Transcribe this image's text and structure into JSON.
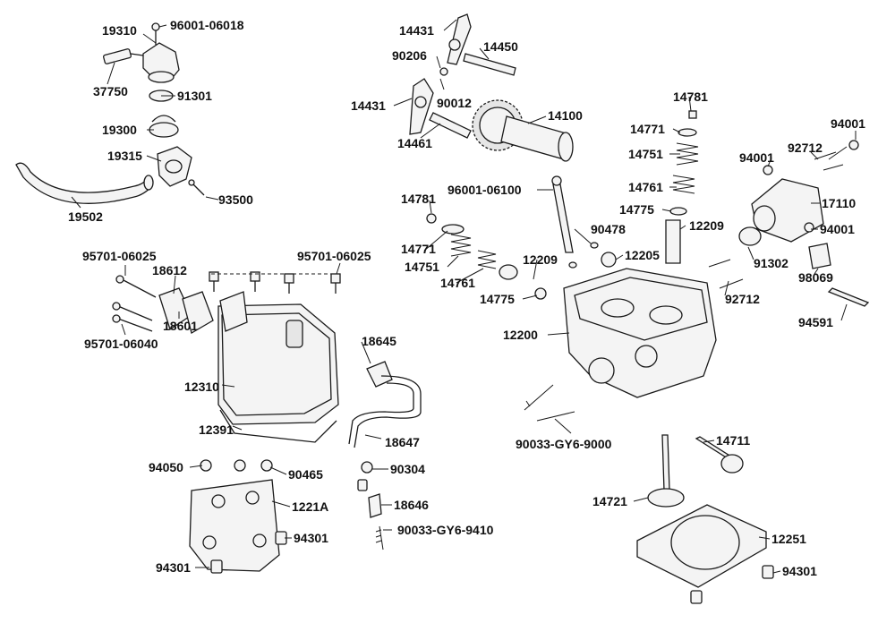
{
  "labels": {
    "l19310": "19310",
    "l96001_06018": "96001-06018",
    "l37750": "37750",
    "l91301": "91301",
    "l19300": "19300",
    "l19315": "19315",
    "l93500": "93500",
    "l19502": "19502",
    "l14431a": "14431",
    "l14450": "14450",
    "l90206": "90206",
    "l14431b": "14431",
    "l90012": "90012",
    "l14100": "14100",
    "l14461": "14461",
    "l14781a": "14781",
    "l14771a": "14771",
    "l14751a": "14751",
    "l94001a": "94001",
    "l92712a": "92712",
    "l94001b": "94001",
    "l14761a": "14761",
    "l17110": "17110",
    "l14775a": "14775",
    "l12209a": "12209",
    "l94001c": "94001",
    "l96001_06100": "96001-06100",
    "l14781b": "14781",
    "l90478": "90478",
    "l12205": "12205",
    "l91302": "91302",
    "l14771b": "14771",
    "l12209b": "12209",
    "l14751b": "14751",
    "l98069": "98069",
    "l92712b": "92712",
    "l14761b": "14761",
    "l14775b": "14775",
    "l94591": "94591",
    "l12200": "12200",
    "l95701_06025a": "95701-06025",
    "l95701_06025b": "95701-06025",
    "l18612": "18612",
    "l18601": "18601",
    "l95701_06040": "95701-06040",
    "l18645": "18645",
    "l12310": "12310",
    "l12391": "12391",
    "l18647": "18647",
    "l90033_9000": "90033-GY6-9000",
    "l14711": "14711",
    "l94050": "94050",
    "l90465": "90465",
    "l90304": "90304",
    "l1221A": "1221A",
    "l18646": "18646",
    "l14721": "14721",
    "l90033_9410": "90033-GY6-9410",
    "l94301a": "94301",
    "l12251": "12251",
    "l94301b": "94301",
    "l94301c": "94301"
  },
  "icons": {
    "thermostat_housing": "thermostat-housing-icon",
    "camshaft": "camshaft-icon",
    "cylinder_head": "cylinder-head-icon",
    "valve_cover": "valve-cover-icon",
    "valve": "valve-icon",
    "gasket": "cylinder-gasket-icon"
  },
  "colors": {
    "line": "#1a1a1a",
    "part_fill": "#f4f4f4",
    "label": "#111111",
    "background": "#ffffff"
  }
}
